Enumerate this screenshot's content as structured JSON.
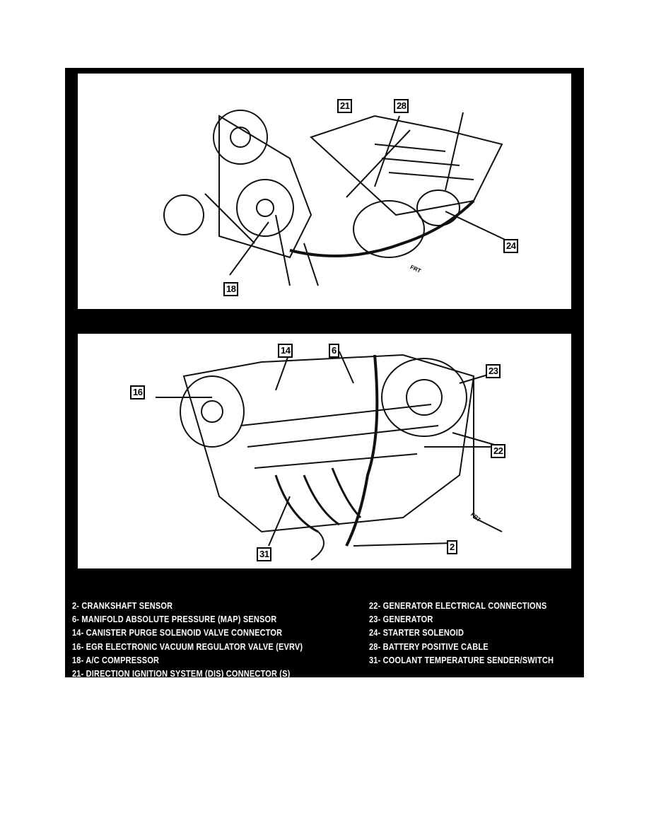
{
  "top_diagram": {
    "callouts": [
      "21",
      "28",
      "24",
      "18"
    ],
    "direction": "FRT"
  },
  "bottom_diagram": {
    "callouts": [
      "14",
      "6",
      "23",
      "16",
      "22",
      "31",
      "2"
    ],
    "direction": "FRT"
  },
  "legend": {
    "left": [
      "2- CRANKSHAFT SENSOR",
      "6- MANIFOLD ABSOLUTE PRESSURE (MAP) SENSOR",
      "14- CANISTER PURGE SOLENOID VALVE CONNECTOR",
      "16- EGR ELECTRONIC VACUUM REGULATOR VALVE (EVRV)",
      "18- A/C COMPRESSOR",
      "21- DIRECTION IGNITION SYSTEM (DIS) CONNECTOR (S)"
    ],
    "right": [
      "22- GENERATOR ELECTRICAL  CONNECTIONS",
      "23- GENERATOR",
      "24- STARTER SOLENOID",
      "28- BATTERY POSITIVE CABLE",
      "31- COOLANT TEMPERATURE SENDER/SWITCH"
    ]
  }
}
